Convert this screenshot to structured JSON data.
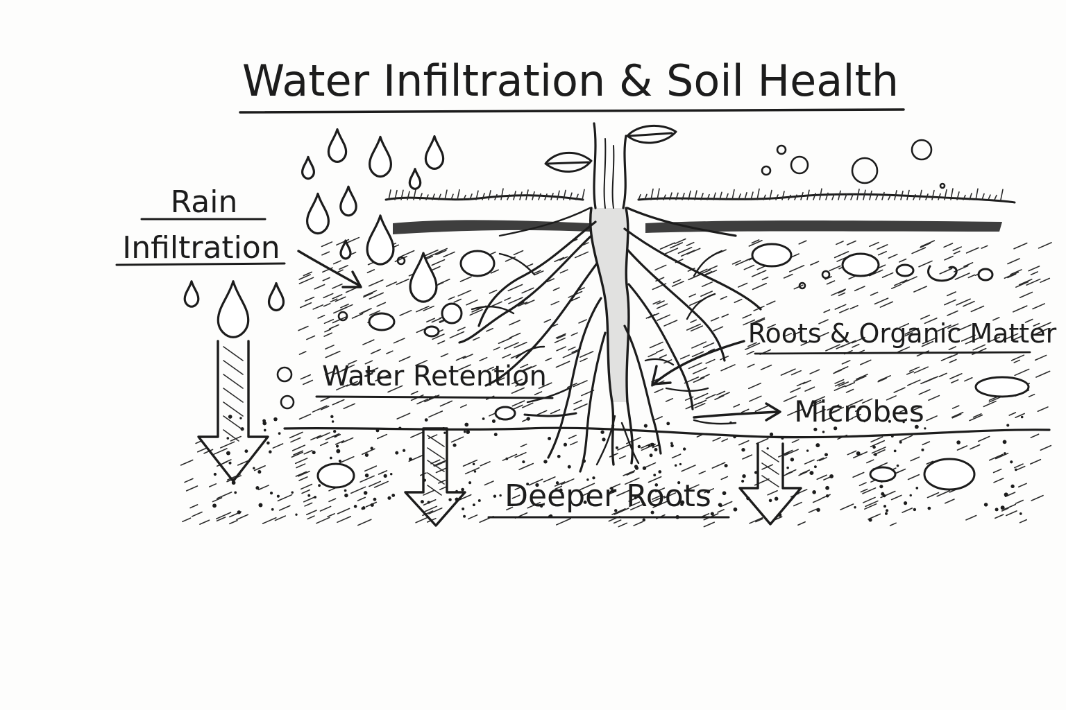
{
  "title": "Water Infiltration & Soil Health",
  "labels": {
    "rain_infiltration_line1": "Rain",
    "rain_infiltration_line2": "Infiltration",
    "water_retention": "Water Retention",
    "roots_organic_matter": "Roots & Organic Matter",
    "microbes": "Microbes",
    "deeper_roots": "Deeper Roots"
  },
  "colors": {
    "ink": "#1c1c1c",
    "paper": "#fdfdfc"
  },
  "icons": [
    "raindrop-icon",
    "down-arrow-icon",
    "plant-icon",
    "pebble-icon",
    "pointer-arrow-icon"
  ]
}
